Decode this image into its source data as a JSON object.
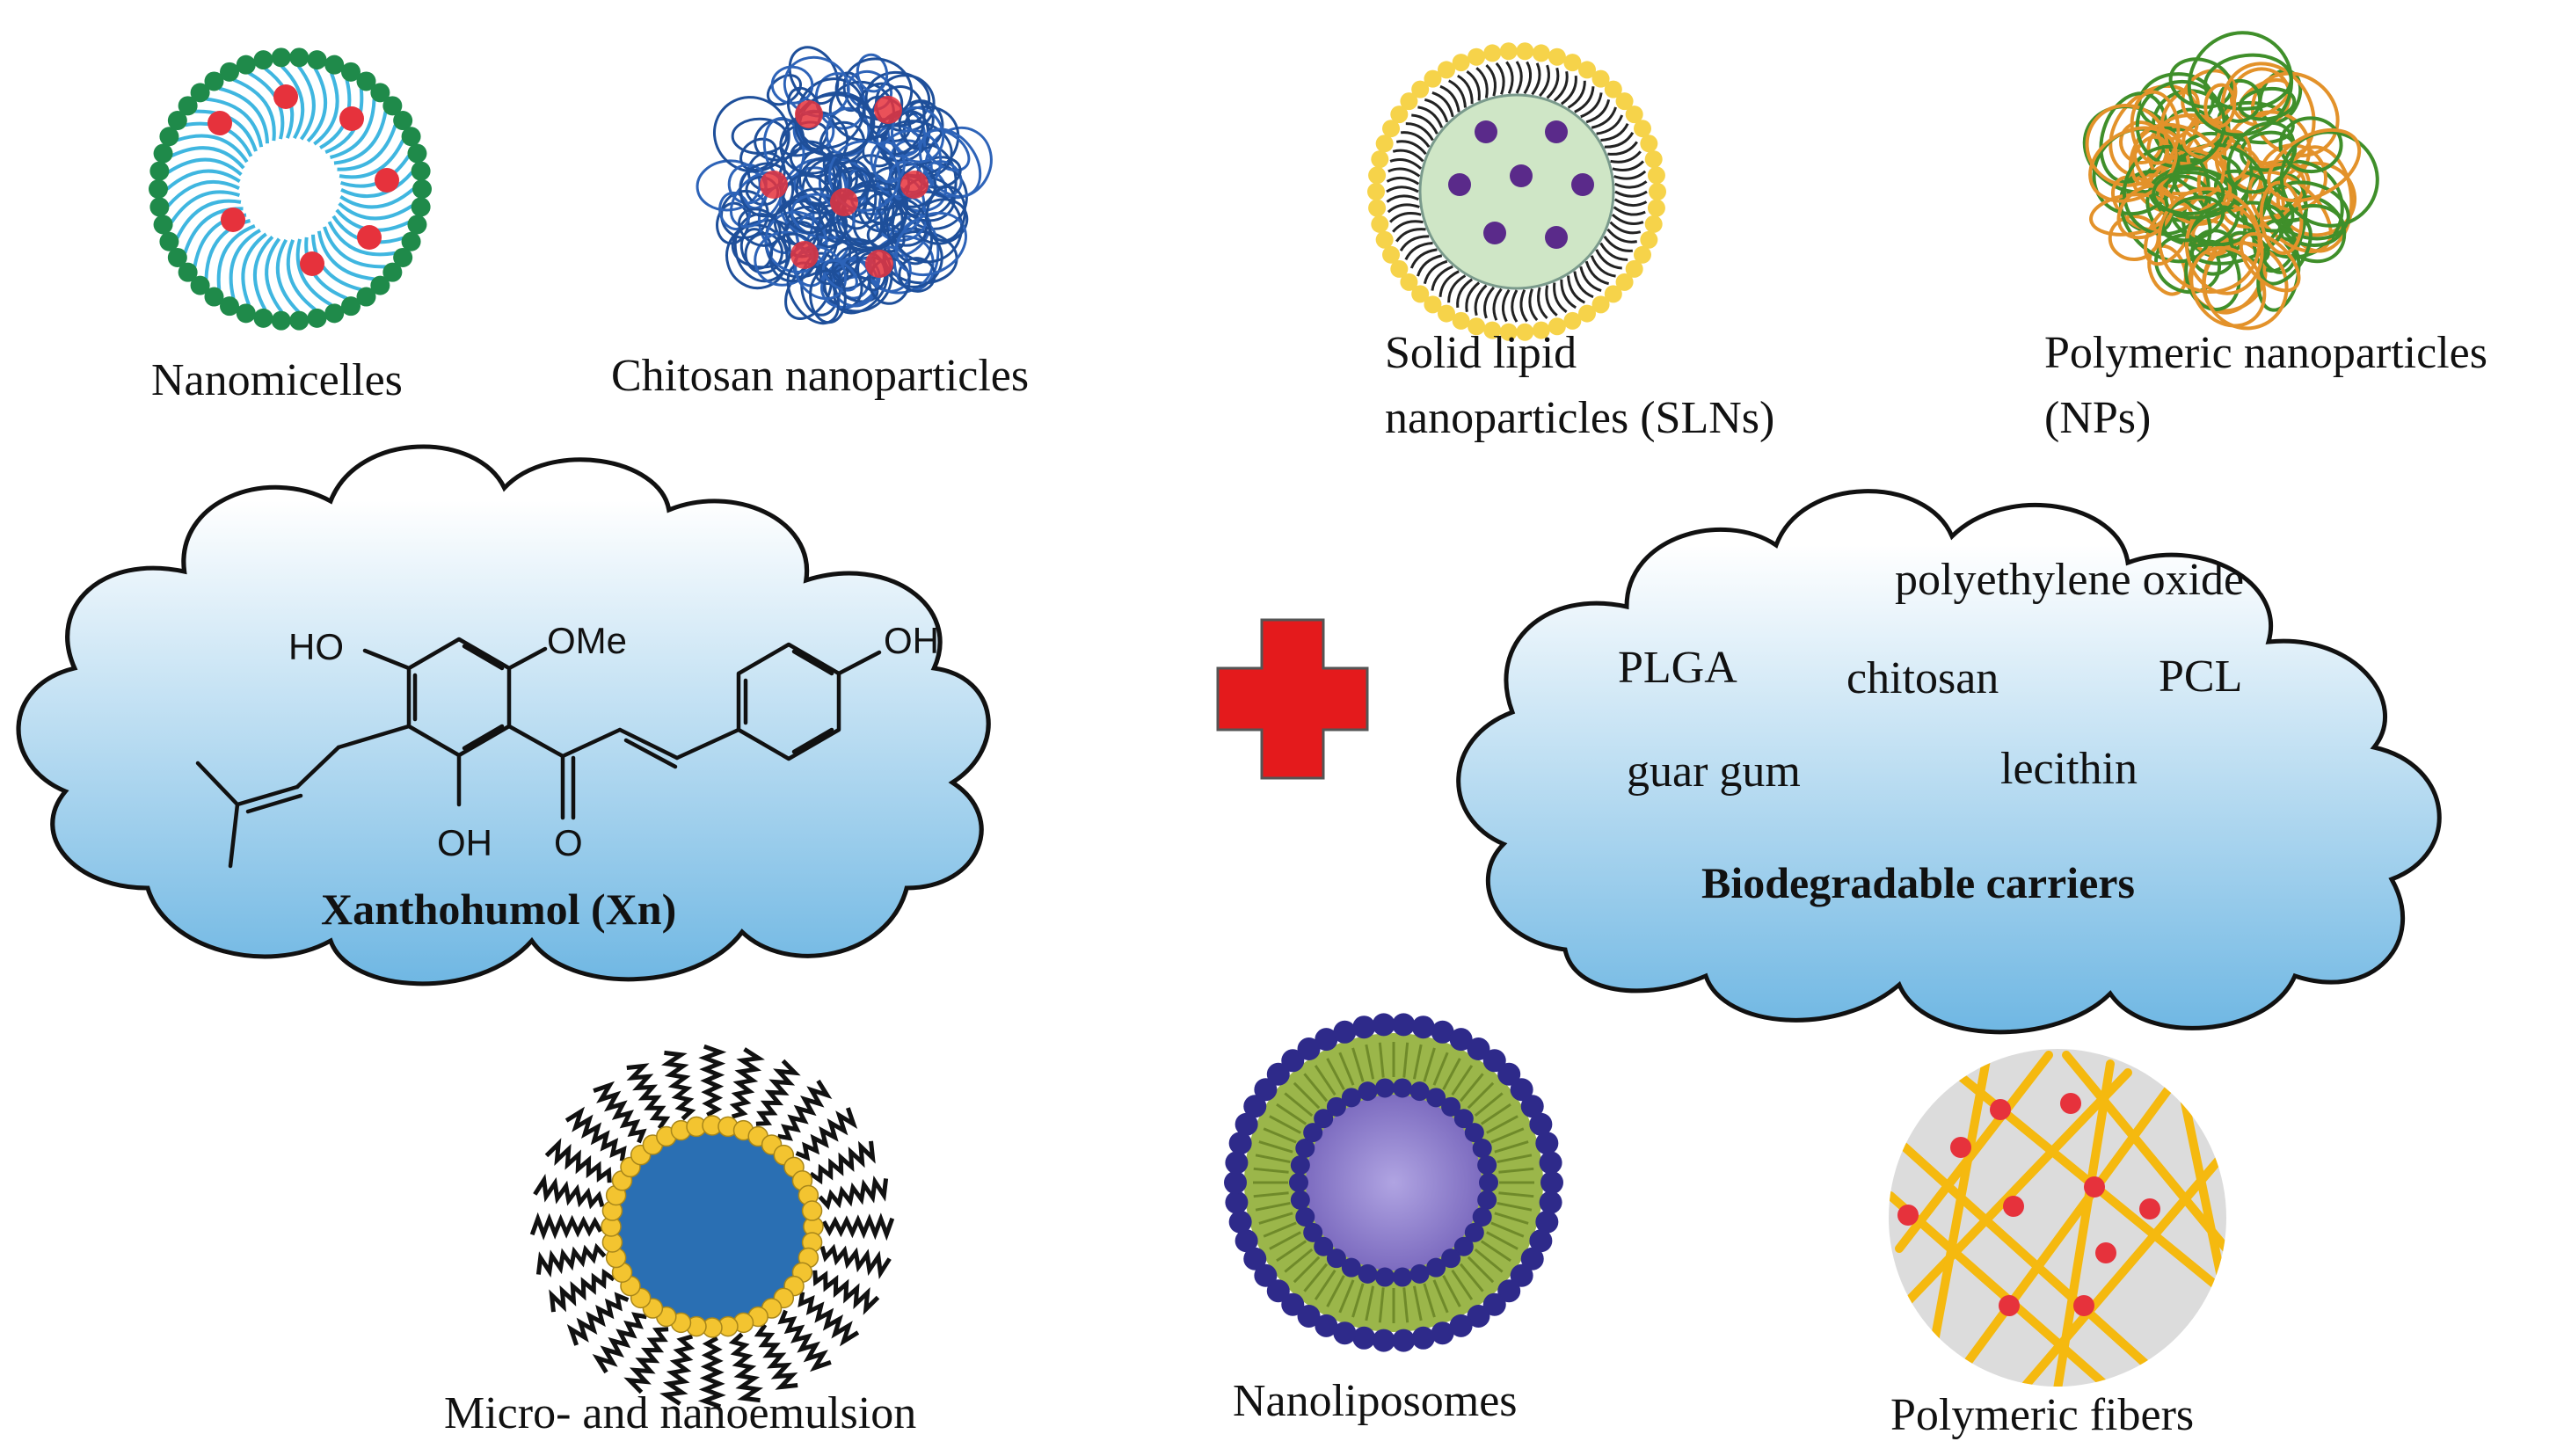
{
  "colors": {
    "cloud_top": "#ffffff",
    "cloud_bottom": "#6fb7e3",
    "cloud_stroke": "#111111",
    "plus": "#e41a1c",
    "micelle_head": "#1f8a4a",
    "micelle_tail": "#3fb6e0",
    "cargo_red": "#e6323c",
    "chitosan": "#1e4f9a",
    "sln_shell": "#f6d34a",
    "sln_core": "#cfe6c6",
    "sln_cargo": "#5a2a8a",
    "polymer_orange": "#e3922a",
    "polymer_green": "#3f8f2a",
    "emulsion_core": "#2a6fb3",
    "emulsion_shell": "#f3c430",
    "liposome_head": "#2e2a8a",
    "liposome_green": "#9bb64a",
    "liposome_core": "#8a78c8",
    "fiber_bg": "#dcdcdc",
    "fiber": "#f5b90f"
  },
  "labels": {
    "nanomicelles": "Nanomicelles",
    "chitosan_np": "Chitosan nanoparticles",
    "sln": "Solid  lipid\nnanoparticles (SLNs)",
    "polymeric_np": "Polymeric nanoparticles\n(NPs)",
    "emulsion": "Micro-  and nanoemulsion",
    "liposomes": "Nanoliposomes",
    "fibers": "Polymeric fibers"
  },
  "molecule": {
    "name": "Xanthohumol  (Xn)",
    "atoms": {
      "ho": "HO",
      "ome": "OMe",
      "oh_right": "OH",
      "oh_bottom": "OH",
      "o": "O"
    }
  },
  "carriers": {
    "items": [
      "polyethylene oxide",
      "PLGA",
      "chitosan",
      "PCL",
      "guar gum",
      "lecithin"
    ],
    "title": "Biodegradable carriers"
  },
  "icons": {
    "plus": "plus-icon",
    "nanomicelle": "nanomicelle-icon",
    "chitosan": "chitosan-nanoparticle-icon",
    "sln": "solid-lipid-nanoparticle-icon",
    "polymeric": "polymeric-nanoparticle-icon",
    "emulsion": "nanoemulsion-icon",
    "liposome": "nanoliposome-icon",
    "fibers": "polymeric-fiber-icon"
  }
}
